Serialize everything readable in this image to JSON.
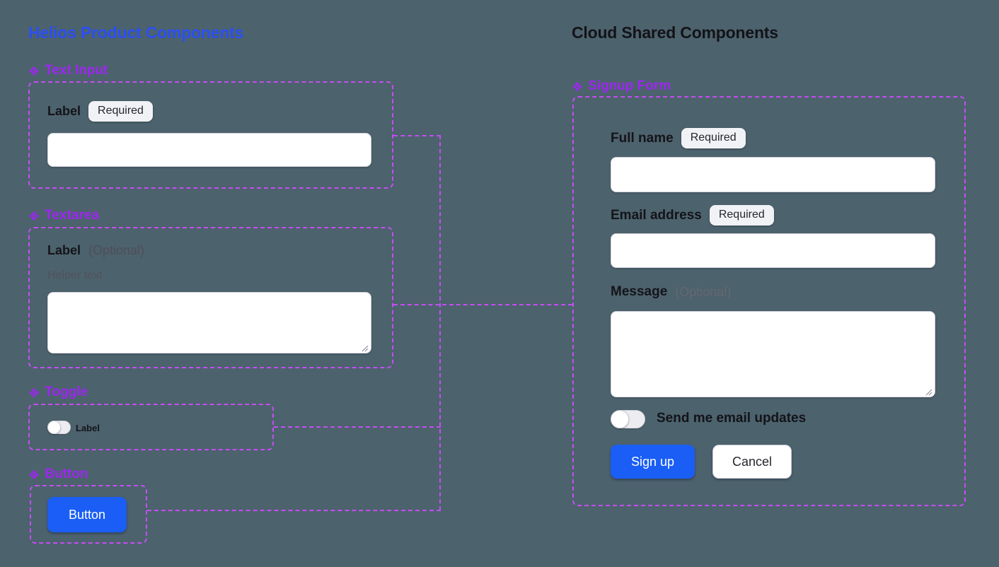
{
  "canvas": {
    "background_color": "#4c626d",
    "frame_dash_color": "#c44ef2",
    "component_label_color": "#9d27f0",
    "component_icon_glyph": "❖"
  },
  "left": {
    "title": "Helios Product Components",
    "title_color": "#2b4ff2",
    "text_input": {
      "component_label": "Text Input",
      "field_label": "Label",
      "badge": "Required",
      "input_value": "",
      "input_placeholder": ""
    },
    "textarea": {
      "component_label": "Textarea",
      "field_label": "Label",
      "optional": "(Optional)",
      "helper_text": "Helper text",
      "textarea_value": ""
    },
    "toggle": {
      "component_label": "Toggle",
      "toggle_label": "Label",
      "state": "off"
    },
    "button": {
      "component_label": "Button",
      "button_text": "Button",
      "button_color": "#1a5ef5"
    }
  },
  "right": {
    "title": "Cloud Shared Components",
    "title_color": "#131318",
    "signup_form": {
      "component_label": "Signup Form",
      "fields": [
        {
          "label": "Full name",
          "badge": "Required",
          "value": ""
        },
        {
          "label": "Email address",
          "badge": "Required",
          "value": ""
        },
        {
          "label": "Message",
          "optional": "(Optional)",
          "value": ""
        }
      ],
      "toggle_label": "Send me email updates",
      "toggle_state": "off",
      "submit_label": "Sign up",
      "cancel_label": "Cancel"
    }
  }
}
